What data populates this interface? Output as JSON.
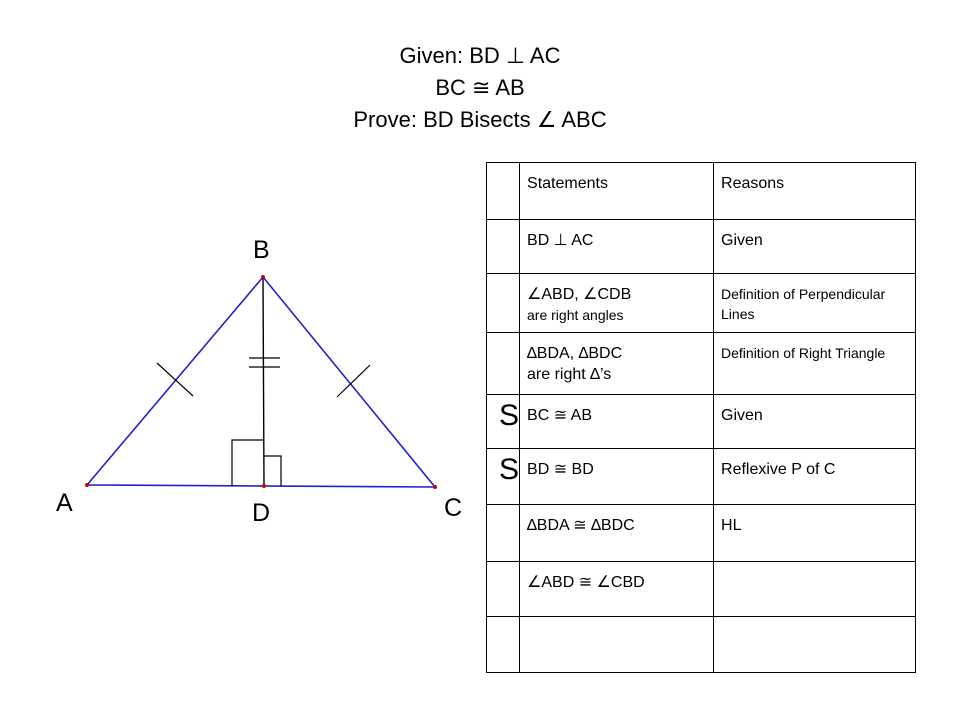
{
  "header": {
    "line1": "Given: BD ⊥ AC",
    "line2": "BC ≅ AB",
    "line3": "Prove: BD Bisects ∠ ABC"
  },
  "diagram": {
    "labels": {
      "a": "A",
      "b": "B",
      "c": "C",
      "d": "D"
    }
  },
  "table": {
    "header": {
      "statements": "Statements",
      "reasons": "Reasons"
    },
    "rows": [
      {
        "mark": "",
        "statement": "BD ⊥ AC",
        "statement_sub": "",
        "reason": "Given"
      },
      {
        "mark": "",
        "statement": "∠ABD, ∠CDB",
        "statement_sub": "are right angles",
        "reason": "Definition of Perpendicular Lines"
      },
      {
        "mark": "",
        "statement": "∆BDA, ∆BDC",
        "statement_sub": "are right ∆’s",
        "reason": "Definition of Right Triangle"
      },
      {
        "mark": "S",
        "statement": "BC ≅ AB",
        "statement_sub": "",
        "reason": "Given"
      },
      {
        "mark": "S",
        "statement": "BD ≅ BD",
        "statement_sub": "",
        "reason": "Reflexive P of C"
      },
      {
        "mark": "",
        "statement": "∆BDA ≅ ∆BDC",
        "statement_sub": "",
        "reason": "HL"
      },
      {
        "mark": "",
        "statement": "∠ABD ≅ ∠CBD",
        "statement_sub": "",
        "reason": ""
      },
      {
        "mark": "",
        "statement": "",
        "statement_sub": "",
        "reason": ""
      }
    ]
  }
}
